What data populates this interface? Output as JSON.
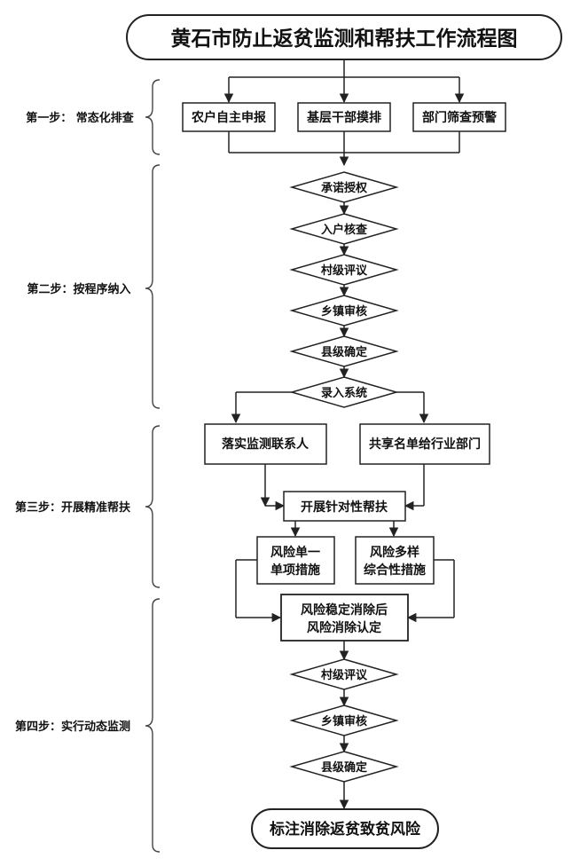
{
  "title": "黄石市防止返贫监测和帮扶工作流程图",
  "steps": {
    "step1": "第一步： 常态化排查",
    "step2": "第二步：按程序纳入",
    "step3": "第三步：开展精准帮扶",
    "step4": "第四步：实行动态监测"
  },
  "nodes": {
    "household_report": "农户自主申报",
    "cadre_survey": "基层干部摸排",
    "dept_warning": "部门筛查预警",
    "promise_authorize": "承诺授权",
    "household_check": "入户核查",
    "village_review_1": "村级评议",
    "township_audit_1": "乡镇审核",
    "county_confirm_1": "县级确定",
    "enter_system": "录入系统",
    "assign_contact": "落实监测联系人",
    "share_list": "共享名单给行业部门",
    "targeted_help": "开展针对性帮扶",
    "single_risk_l1": "风险单一",
    "single_risk_l2": "单项措施",
    "multi_risk_l1": "风险多样",
    "multi_risk_l2": "综合性措施",
    "risk_eliminated_l1": "风险稳定消除后",
    "risk_eliminated_l2": "风险消除认定",
    "village_review_2": "村级评议",
    "township_audit_2": "乡镇审核",
    "county_confirm_2": "县级确定",
    "final_mark": "标注消除返贫致贫风险"
  }
}
